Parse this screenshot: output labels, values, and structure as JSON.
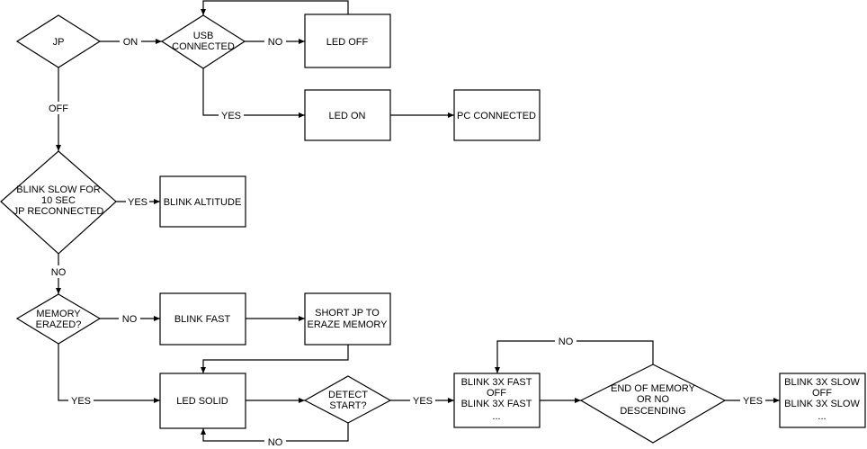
{
  "nodes": {
    "jp": "JP",
    "usb_connected": [
      "USB",
      "CONNECTED"
    ],
    "led_off": "LED OFF",
    "led_on": "LED ON",
    "pc_connected": "PC CONNECTED",
    "blink_slow": [
      "BLINK SLOW FOR",
      "10 SEC",
      "JP RECONNECTED"
    ],
    "blink_altitude": "BLINK ALTITUDE",
    "memory_erazed": [
      "MEMORY",
      "ERAZED?"
    ],
    "blink_fast": "BLINK FAST",
    "short_jp": [
      "SHORT JP TO",
      "ERAZE MEMORY"
    ],
    "led_solid": "LED SOLID",
    "detect_start": [
      "DETECT",
      "START?"
    ],
    "blink_3x_fast": [
      "BLINK 3X FAST",
      "OFF",
      "BLINK 3X FAST",
      "..."
    ],
    "end_of_memory": [
      "END OF MEMORY",
      "OR NO",
      "DESCENDING"
    ],
    "blink_3x_slow": [
      "BLINK 3X SLOW",
      "OFF",
      "BLINK 3X SLOW",
      "..."
    ]
  },
  "edges": {
    "jp_on": "ON",
    "jp_off": "OFF",
    "usb_no": "NO",
    "usb_yes": "YES",
    "blink_slow_yes": "YES",
    "blink_slow_no": "NO",
    "memory_no": "NO",
    "memory_yes": "YES",
    "detect_yes": "YES",
    "detect_no": "NO",
    "end_no": "NO",
    "end_yes": "YES"
  }
}
